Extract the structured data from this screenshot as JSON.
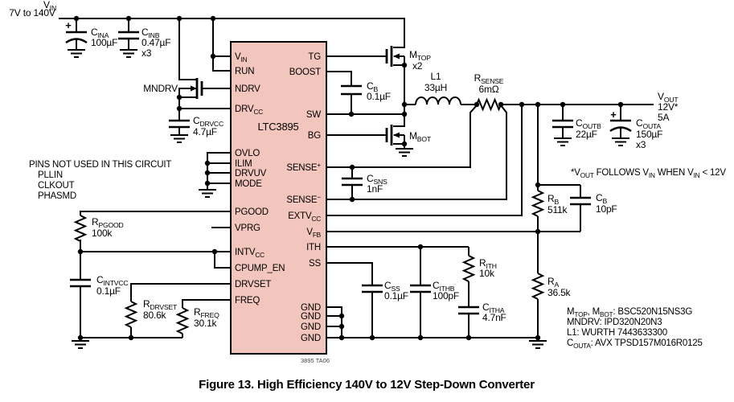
{
  "title": {
    "caption": "Figure 13. High Efficiency 140V to 12V Step-Down Converter",
    "tag": "3895 TA06"
  },
  "ic": {
    "name": "LTC3895",
    "pins_left": {
      "vin": "V_{IN}",
      "run": "RUN",
      "ndrv": "NDRV",
      "drvcc": "DRV_{CC}",
      "ovlo": "OVLO",
      "ilim": "ILIM",
      "drvuv": "DRVUV",
      "mode": "MODE",
      "pgood": "PGOOD",
      "vprg": "VPRG",
      "intvcc": "INTV_{CC}",
      "cpump_en": "CPUMP_EN",
      "drvset": "DRVSET",
      "freq": "FREQ"
    },
    "pins_right": {
      "tg": "TG",
      "boost": "BOOST",
      "sw": "SW",
      "bg": "BG",
      "sense_p": "SENSE^{+}",
      "sense_n": "SENSE^{−}",
      "extvcc": "EXTV_{CC}",
      "vfb": "V_{FB}",
      "ith": "ITH",
      "ss": "SS",
      "gnd": "GND"
    }
  },
  "source": {
    "vin_label": "V_{IN}",
    "vin_range": "7V to 140V",
    "plus": "+"
  },
  "output": {
    "vout": "V_{OUT}",
    "voltage": "12V*",
    "current": "5A",
    "note": "*V_{OUT} FOLLOWS V_{IN} WHEN V_{IN} < 12V"
  },
  "unused": {
    "title": "PINS NOT USED IN THIS CIRCUIT",
    "items": [
      "PLLIN",
      "CLKOUT",
      "PHASMD"
    ]
  },
  "components": {
    "cina": {
      "name": "C_{INA}",
      "value": "100µF"
    },
    "cinb": {
      "name": "C_{INB}",
      "value": "0.47µF",
      "qty": "x3"
    },
    "mndrv": {
      "name": "MNDRV"
    },
    "cdrvcc": {
      "name": "C_{DRVCC}",
      "value": "4.7µF"
    },
    "rpgood": {
      "name": "R_{PGOOD}",
      "value": "100k"
    },
    "cintvcc": {
      "name": "C_{INTVCC}",
      "value": "0.1µF"
    },
    "rdrvset": {
      "name": "R_{DRVSET}",
      "value": "80.6k"
    },
    "rfreq": {
      "name": "R_{FREQ}",
      "value": "30.1k"
    },
    "mtop": {
      "name": "M_{TOP}",
      "qty": "x2"
    },
    "mbot": {
      "name": "M_{BOT}"
    },
    "cb_boost": {
      "name": "C_{B}",
      "value": "0.1µF"
    },
    "l1": {
      "name": "L1",
      "value": "33µH"
    },
    "rsense": {
      "name": "R_{SENSE}",
      "value": "6mΩ"
    },
    "csns": {
      "name": "C_{SNS}",
      "value": "1nF"
    },
    "coutb": {
      "name": "C_{OUTB}",
      "value": "22µF"
    },
    "couta": {
      "name": "C_{OUTA}",
      "value": "150µF",
      "qty": "x3",
      "plus": "+"
    },
    "rb": {
      "name": "R_{B}",
      "value": "511k"
    },
    "cb_fb": {
      "name": "C_{B}",
      "value": "10pF"
    },
    "ra": {
      "name": "R_{A}",
      "value": "36.5k"
    },
    "rith": {
      "name": "R_{ITH}",
      "value": "10k"
    },
    "citha": {
      "name": "C_{ITHA}",
      "value": "4.7nF"
    },
    "cithb": {
      "name": "C_{ITHB}",
      "value": "100pF"
    },
    "css": {
      "name": "C_{SS}",
      "value": "0.1µF"
    }
  },
  "bom": [
    "M_{TOP}, M_{BOT}: BSC520N15NS3G",
    "MNDRV: IPD320N20N3",
    "L1: WURTH 7443633300",
    "C_{OUTA}: AVX TPSD157M016R0125"
  ]
}
